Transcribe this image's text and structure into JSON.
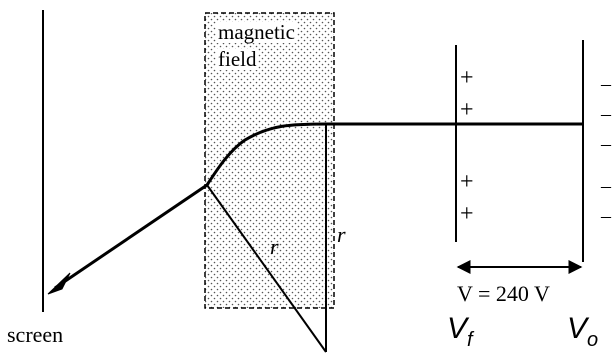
{
  "labels": {
    "field_line1": "magnetic",
    "field_line2": "field",
    "radius": "r",
    "radius2": "r",
    "screen": "screen",
    "voltage_eq": "V = 240 V",
    "vf_main": "V",
    "vf_sub": "f",
    "vo_main": "V",
    "vo_sub": "o"
  },
  "plate_signs": {
    "left_plate": [
      "+",
      "+",
      "+",
      "+"
    ],
    "right_plate": [
      "–",
      "–",
      "–",
      "–",
      "–"
    ]
  }
}
